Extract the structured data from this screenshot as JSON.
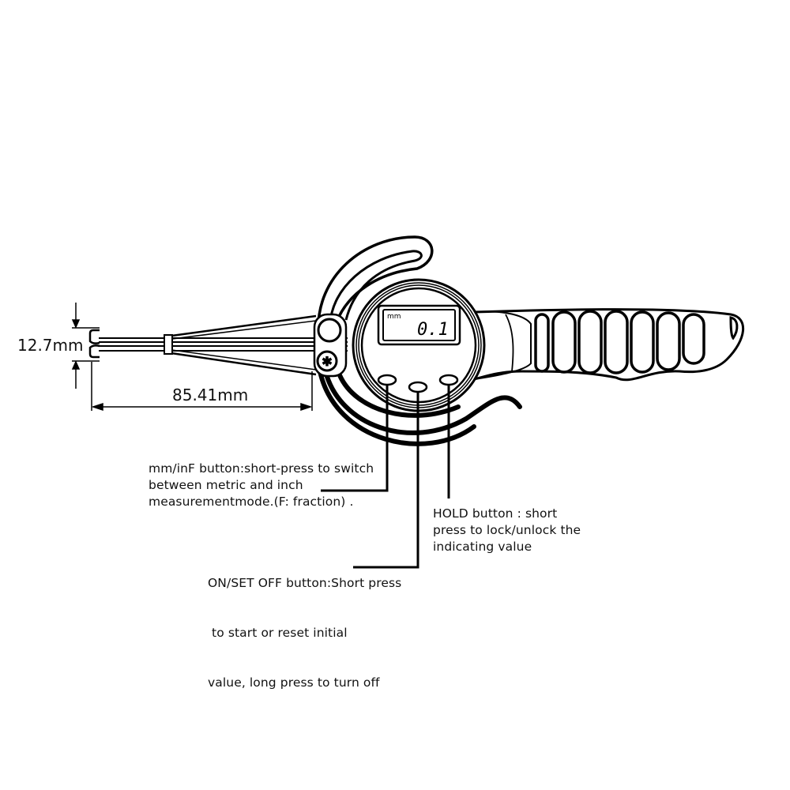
{
  "diagram": {
    "subject": "digital internal caliper gauge",
    "dimensions": {
      "jaw_opening": "12.7mm",
      "arm_length": "85.41mm"
    },
    "display": {
      "unit": "mm",
      "value": "0.1"
    },
    "callouts": {
      "mm_inf_button": {
        "lines": [
          "mm/inF button:short-press to switch",
          "between metric and inch",
          "measurementmode.(F: fraction) ."
        ]
      },
      "on_set_off_button": {
        "lines": [
          "ON/SET OFF button:Short press",
          " to start or reset initial",
          "value, long press to turn off"
        ]
      },
      "hold_button": {
        "lines": [
          "HOLD button : short",
          "press to lock/unlock the",
          "indicating value"
        ]
      }
    },
    "colors": {
      "line": "#000000",
      "background": "#ffffff"
    }
  }
}
